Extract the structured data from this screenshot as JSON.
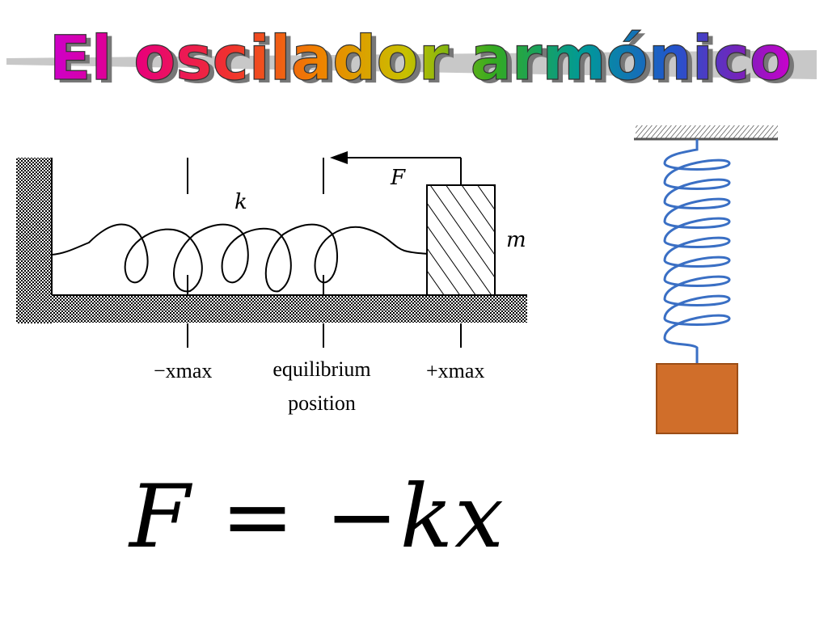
{
  "title": "El oscilador armónico",
  "title_colors": [
    "#cc00cc",
    "#e8007a",
    "#f03030",
    "#f08000",
    "#c8c000",
    "#33aa22",
    "#009999",
    "#2255cc",
    "#7722bb",
    "#cc00cc"
  ],
  "diagram": {
    "spring_label": "k",
    "force_label": "F",
    "mass_label": "m",
    "neg_xmax_label": "−xmax",
    "pos_xmax_label": "+xmax",
    "equilibrium_line1": "equilibrium",
    "equilibrium_line2": "position"
  },
  "hanging": {
    "block_color": "#d06e2a",
    "spring_color": "#3a6fc4"
  },
  "formula": "F = −kx"
}
